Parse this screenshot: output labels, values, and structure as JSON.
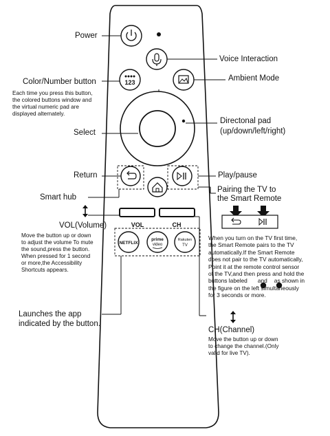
{
  "labels": {
    "power": "Power",
    "voice": "Voice Interaction",
    "color_number": "Color/Number button",
    "ambient": "Ambient Mode",
    "dpad_line1": "Directonal pad",
    "dpad_line2": "(up/down/left/right)",
    "select": "Select",
    "return": "Return",
    "play_pause": "Play/pause",
    "smart_hub": "Smart hub",
    "pairing_line1": "Pairing the TV to",
    "pairing_line2": "the Smart Remote",
    "vol": "VOL(Volume)",
    "launch_line1": "Launches the app",
    "launch_line2": "indicated by the button.",
    "channel": "CH(Channel)"
  },
  "descriptions": {
    "color_number": [
      "Each time you press this button,",
      "the colored buttons window and",
      "the virtual numeric pad are",
      "displayed alternately."
    ],
    "vol": [
      "Move the button up or down",
      "to adjust the volume To mute",
      "the sound,press the button.",
      "When pressed for 1 second",
      "or more,the Accessibility",
      "Shortcuts appears."
    ],
    "pairing": [
      "When you turn on the TV first time,",
      "the Smart Remote pairs to the TV",
      "automatically.If the Smart Remote",
      "does not pair to the TV automatically,",
      "Point it at the remote control sensor",
      "of the TV,and then press and hold the",
      "buttons labeled",
      "and",
      "as shown in",
      "the figure on the left simultaneously",
      "for 3 seconds or more."
    ],
    "channel": [
      "Move the button up or down",
      "to change the channel.(Only",
      "valid for live TV)."
    ]
  },
  "remote": {
    "number_key": "123",
    "vol_label": "VOL",
    "ch_label": "CH",
    "apps": [
      "NETFLIX",
      "prime",
      "video",
      "Rakuten",
      "TV"
    ]
  },
  "colors": {
    "ink": "#111111",
    "body": "#ffffff"
  }
}
